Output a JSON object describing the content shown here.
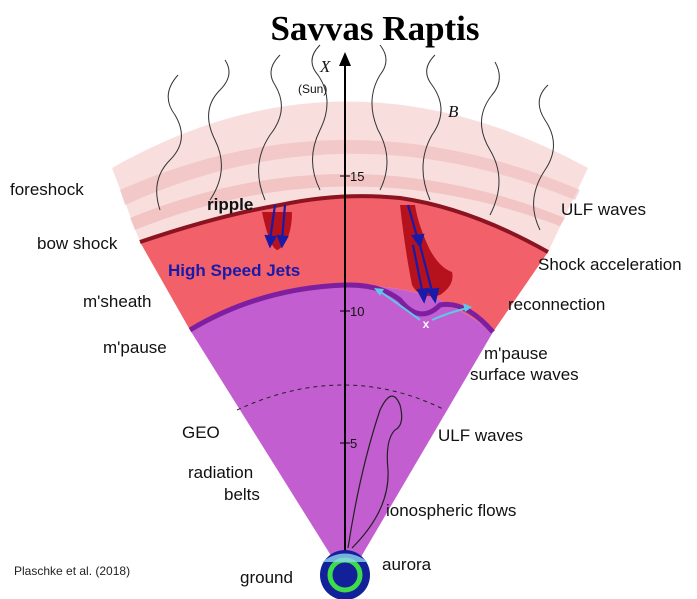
{
  "title": "Savvas Raptis",
  "axis": {
    "x_label": "X",
    "x_sub": "(Sun)",
    "ticks": [
      "15",
      "10",
      "5"
    ]
  },
  "field_label": "B",
  "labels": {
    "foreshock": "foreshock",
    "ripple": "ripple",
    "bow_shock": "bow shock",
    "high_speed_jets": "High Speed Jets",
    "msheath": "m'sheath",
    "mpause": "m'pause",
    "geo": "GEO",
    "radiation_belts_1": "radiation",
    "radiation_belts_2": "belts",
    "ground": "ground",
    "ulf_waves_top": "ULF waves",
    "shock_acceleration": "Shock acceleration",
    "reconnection": "reconnection",
    "mpause_waves_1": "m'pause",
    "mpause_waves_2": "surface  waves",
    "ulf_waves_mid": "ULF waves",
    "ionospheric_flows": "ionospheric flows",
    "aurora": "aurora",
    "reconnection_marker": "x"
  },
  "citation": "Plaschke et al. (2018)",
  "colors": {
    "foreshock": "#f7d6d6",
    "magnetosheath": "#f2606a",
    "magnetosphere": "#c25ecf",
    "shock_line": "#8b1420",
    "mpause_line": "#7d1fa0",
    "jets": "#1a1aa8",
    "earth_outer": "#12209a",
    "earth_ring": "#3ddc4a"
  }
}
